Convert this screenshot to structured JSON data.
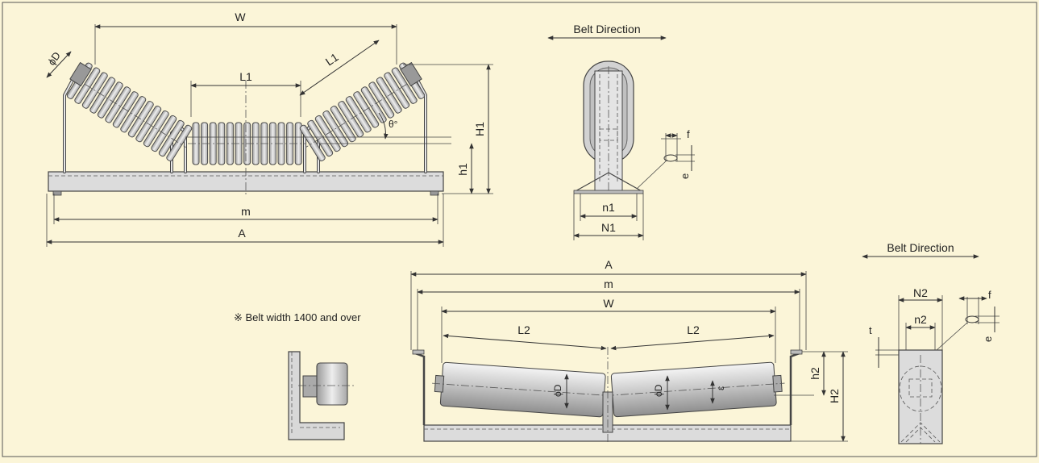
{
  "colors": {
    "background": "#fbf5d8",
    "steel": "#d9d9d9",
    "line": "#333333"
  },
  "top_left_view": {
    "labels": {
      "width": "W",
      "roll_diameter": "ϕD",
      "center_roll_length": "L1",
      "side_roll_length": "L1",
      "angle": "θ°",
      "height_total": "H1",
      "height_center": "h1",
      "mount_span": "m",
      "overall_length": "A"
    }
  },
  "top_side_view": {
    "title": "Belt Direction",
    "labels": {
      "hole_f": "f",
      "hole_e": "e",
      "inner_width": "n1",
      "outer_width": "N1"
    }
  },
  "note": "※ Belt width 1400 and over",
  "bottom_view": {
    "labels": {
      "overall_length": "A",
      "mount_span": "m",
      "width": "W",
      "left_roll_length": "L2",
      "right_roll_length": "L2",
      "left_roll_diameter": "ϕD",
      "right_roll_diameter": "ϕD",
      "angle": "ε",
      "height_center": "h2",
      "height_total": "H2"
    }
  },
  "bottom_side_view": {
    "title": "Belt Direction",
    "labels": {
      "outer_width": "N2",
      "inner_width": "n2",
      "hole_f": "f",
      "hole_e": "e",
      "thickness": "t"
    }
  }
}
